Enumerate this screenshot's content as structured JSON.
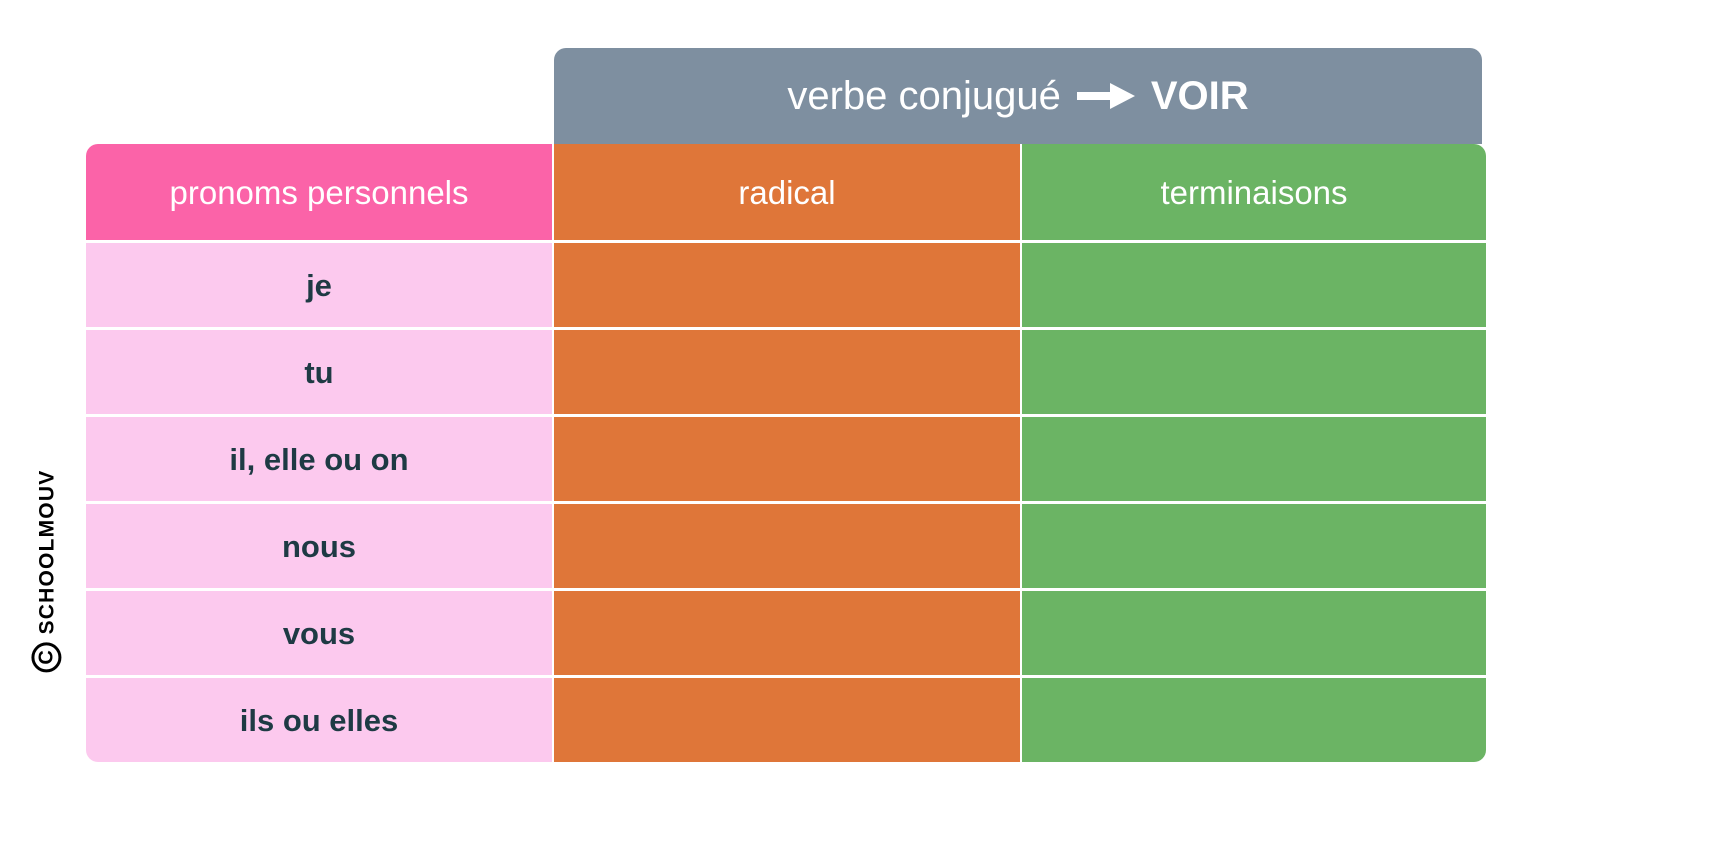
{
  "watermark": {
    "copyright_symbol": "C",
    "brand": "SCHOOLMOUV"
  },
  "banner": {
    "label": "verbe conjugué",
    "arrow_icon": "right-arrow-icon",
    "verb": "VOIR"
  },
  "table": {
    "columns": [
      {
        "key": "pronoms",
        "header": "pronoms personnels",
        "color": "#FB63A8"
      },
      {
        "key": "radical",
        "header": "radical",
        "color": "#DF7639"
      },
      {
        "key": "terminaisons",
        "header": "terminaisons",
        "color": "#6BB464"
      }
    ],
    "rows": [
      {
        "pronom": "je",
        "radical": "",
        "terminaison": ""
      },
      {
        "pronom": "tu",
        "radical": "",
        "terminaison": ""
      },
      {
        "pronom": "il, elle ou on",
        "radical": "",
        "terminaison": ""
      },
      {
        "pronom": "nous",
        "radical": "",
        "terminaison": ""
      },
      {
        "pronom": "vous",
        "radical": "",
        "terminaison": ""
      },
      {
        "pronom": "ils ou elles",
        "radical": "",
        "terminaison": ""
      }
    ]
  },
  "colors": {
    "banner_gray": "#7E8FA0",
    "header_pink": "#FB63A8",
    "row_pink": "#FCC9EE",
    "orange": "#DF7639",
    "green": "#6BB464",
    "text_dark": "#1E3A44",
    "background": "#FFFFFF"
  }
}
